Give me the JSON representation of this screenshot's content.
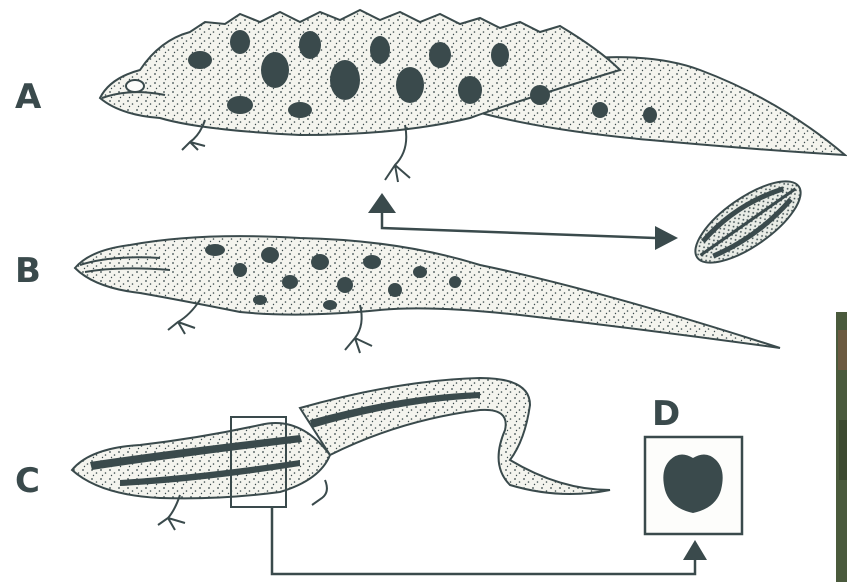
{
  "labels": {
    "a": "A",
    "b": "B",
    "c": "C",
    "d": "D"
  },
  "colors": {
    "ink": "#3a4a4c",
    "paper": "#fdfdfb",
    "photo_edge": "#4a5a3c"
  },
  "icons": {
    "newt_a": "crested-newt-icon",
    "newt_b": "spotted-newt-icon",
    "newt_c": "striped-newt-icon",
    "egg": "wrapped-egg-icon",
    "cross_section": "body-cross-section-icon"
  }
}
